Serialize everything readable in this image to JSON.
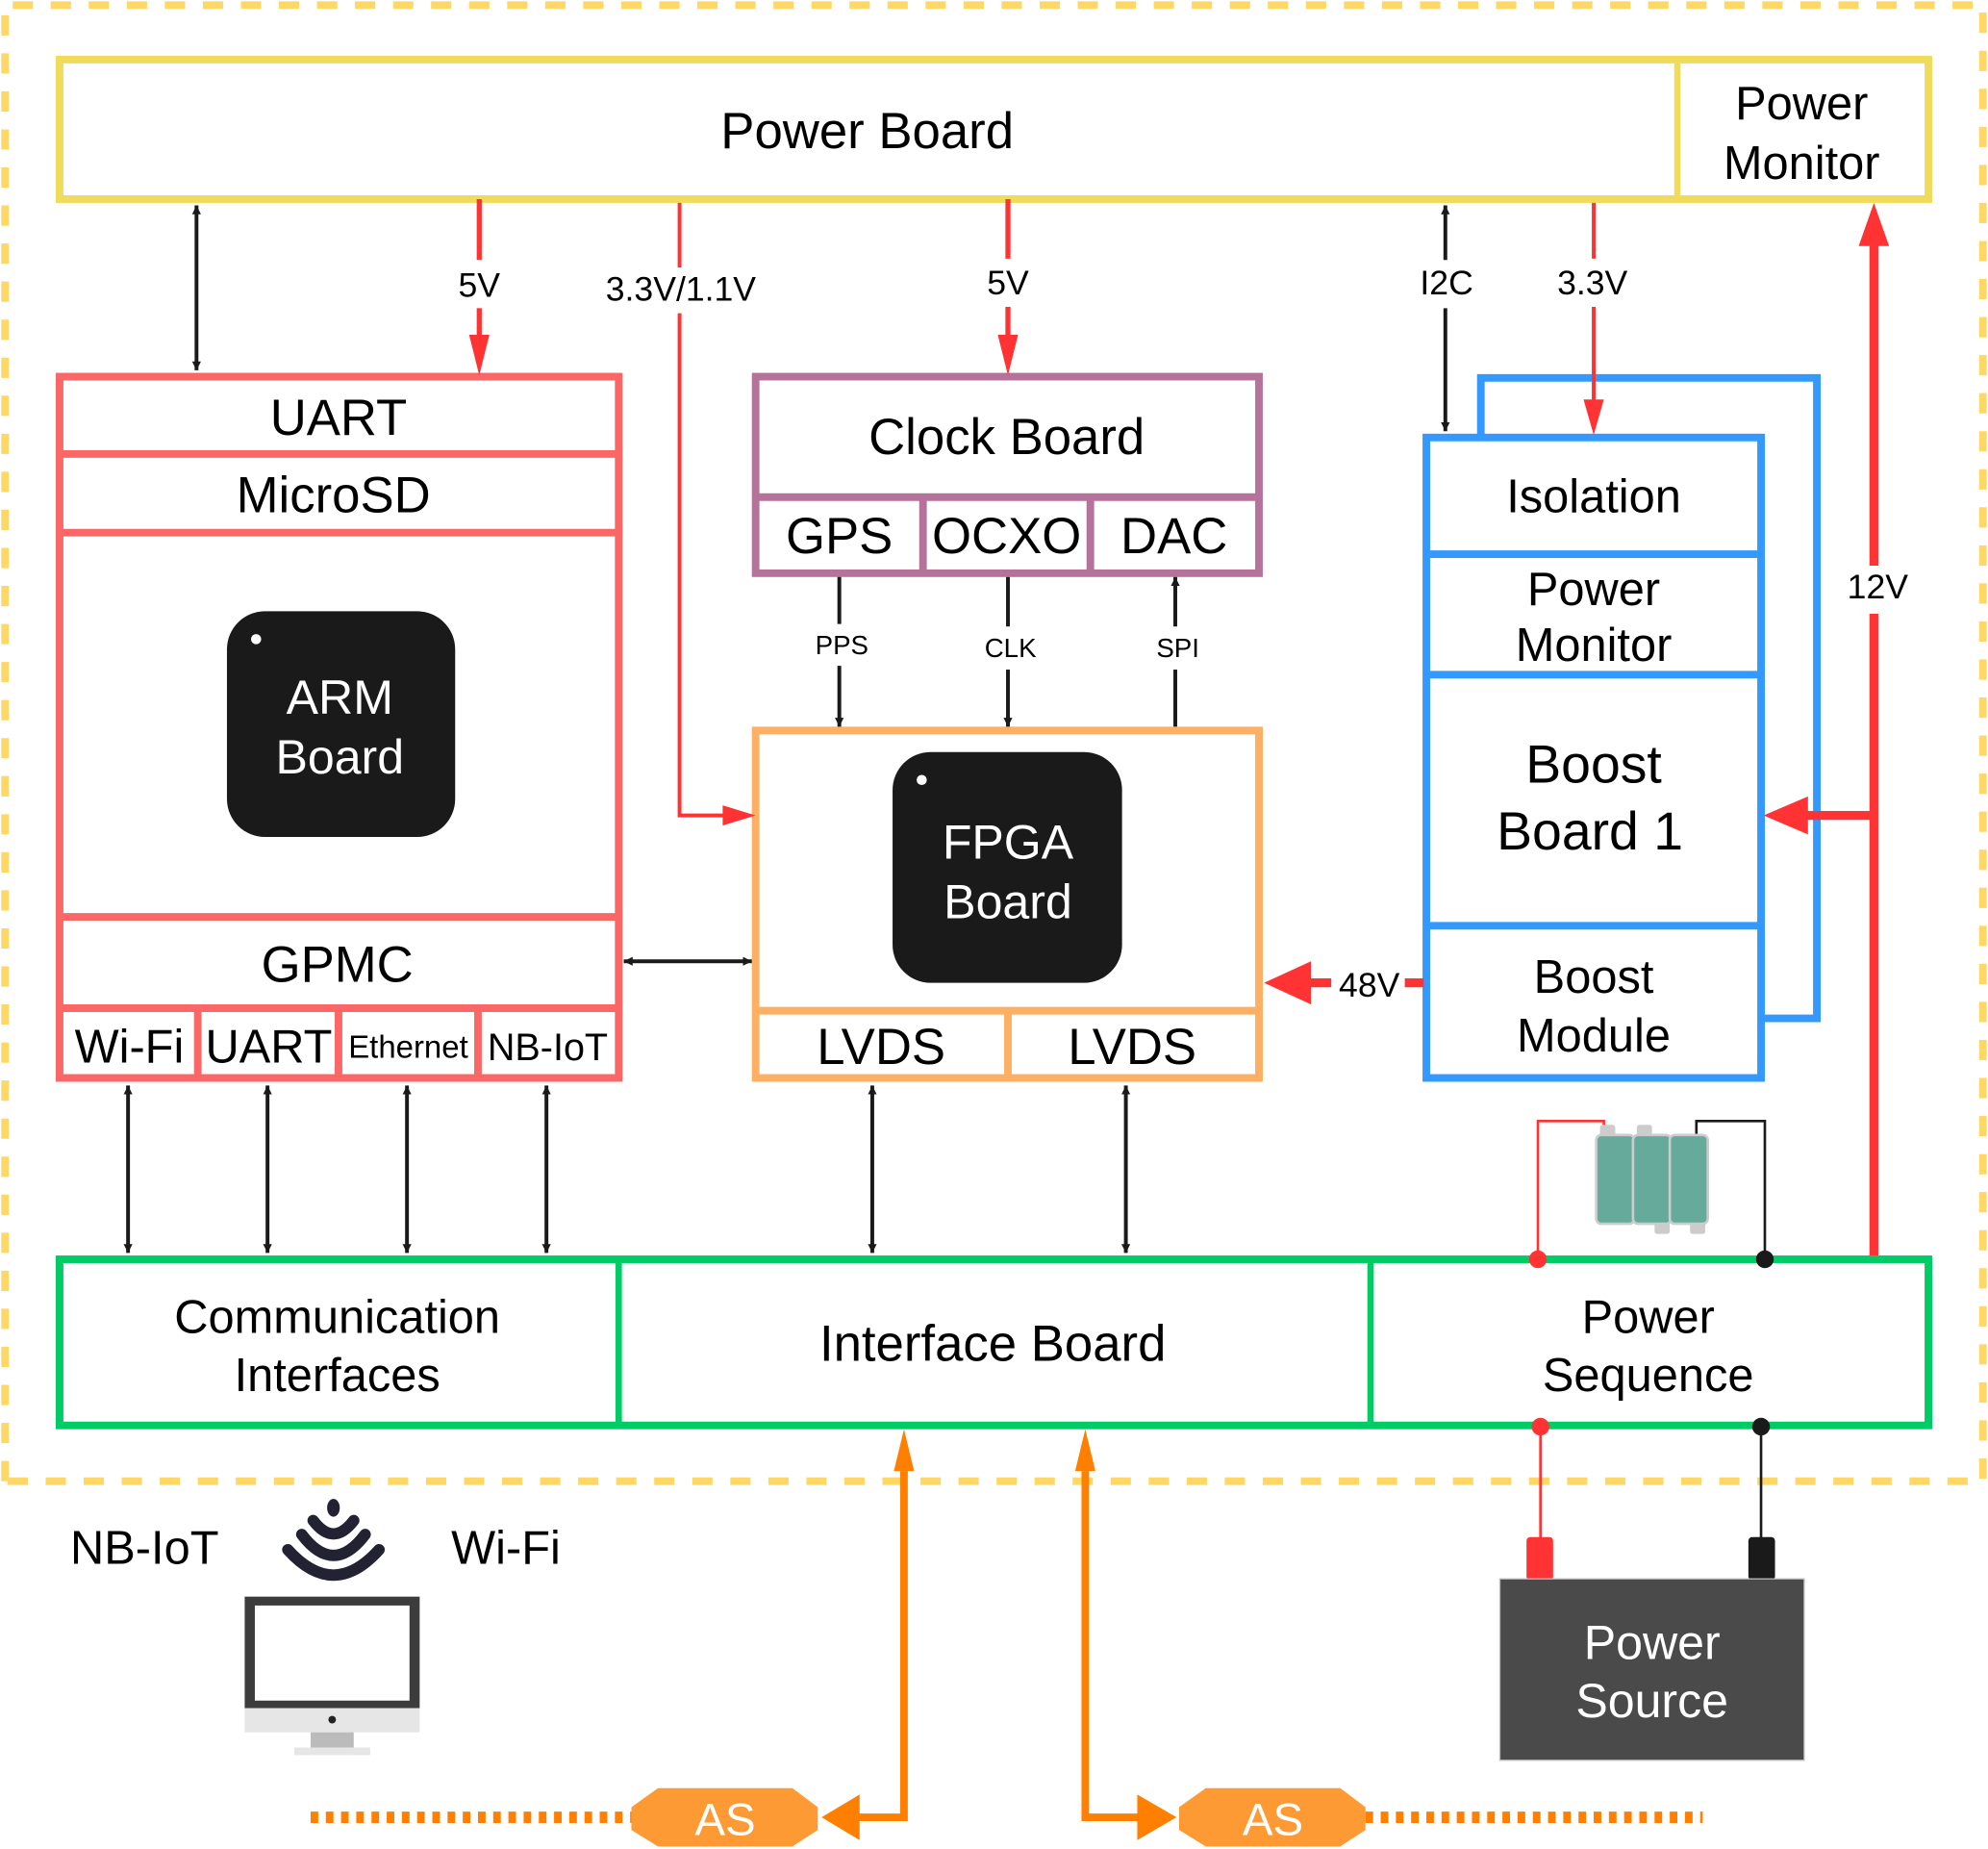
{
  "title": "System block diagram",
  "colors": {
    "frame": "#fdd866",
    "power_board": "#f0dc5a",
    "arm_board": "#fb6767",
    "clock_board": "#b5739c",
    "fpga_board": "#fdb064",
    "boost_board": "#3399ff",
    "interface_board": "#00cc66",
    "power_line": "#ff3333",
    "signal_line": "#1a1a1a",
    "analog_line": "#ff8000",
    "chip": "#1a1a1a",
    "power_source": "#4a4a4a",
    "battery": "#66aa9c"
  },
  "power_board": {
    "label": "Power Board",
    "monitor_label_1": "Power",
    "monitor_label_2": "Monitor"
  },
  "arm_board": {
    "uart": "UART",
    "microsd": "MicroSD",
    "chip_line_1": "ARM",
    "chip_line_2": "Board",
    "gpmc": "GPMC",
    "ports": [
      "Wi-Fi",
      "UART",
      "Ethernet",
      "NB-IoT"
    ]
  },
  "clock_board": {
    "label": "Clock Board",
    "parts": [
      "GPS",
      "OCXO",
      "DAC"
    ]
  },
  "fpga_board": {
    "chip_line_1": "FPGA",
    "chip_line_2": "Board",
    "ports": [
      "LVDS",
      "LVDS"
    ]
  },
  "boost_board": {
    "isolation": "Isolation",
    "monitor_1": "Power",
    "monitor_2": "Monitor",
    "board_1": "Boost",
    "board_2": "Board 1",
    "module_1": "Boost",
    "module_2": "Module"
  },
  "interface_board": {
    "comm_1": "Communication",
    "comm_2": "Interfaces",
    "label": "Interface Board",
    "seq_1": "Power",
    "seq_2": "Sequence"
  },
  "connections": {
    "arm_5v": "5V",
    "fpga_3v3": "3.3V/1.1V",
    "clock_5v": "5V",
    "i2c": "I2C",
    "isolation_3v3": "3.3V",
    "boost_12v": "12V",
    "fpga_48v": "48V",
    "pps": "PPS",
    "clk": "CLK",
    "spi": "SPI"
  },
  "external": {
    "nbiot": "NB-IoT",
    "wifi": "Wi-Fi",
    "power_source_1": "Power",
    "power_source_2": "Source",
    "sensor_left": "AS",
    "sensor_right": "AS"
  }
}
